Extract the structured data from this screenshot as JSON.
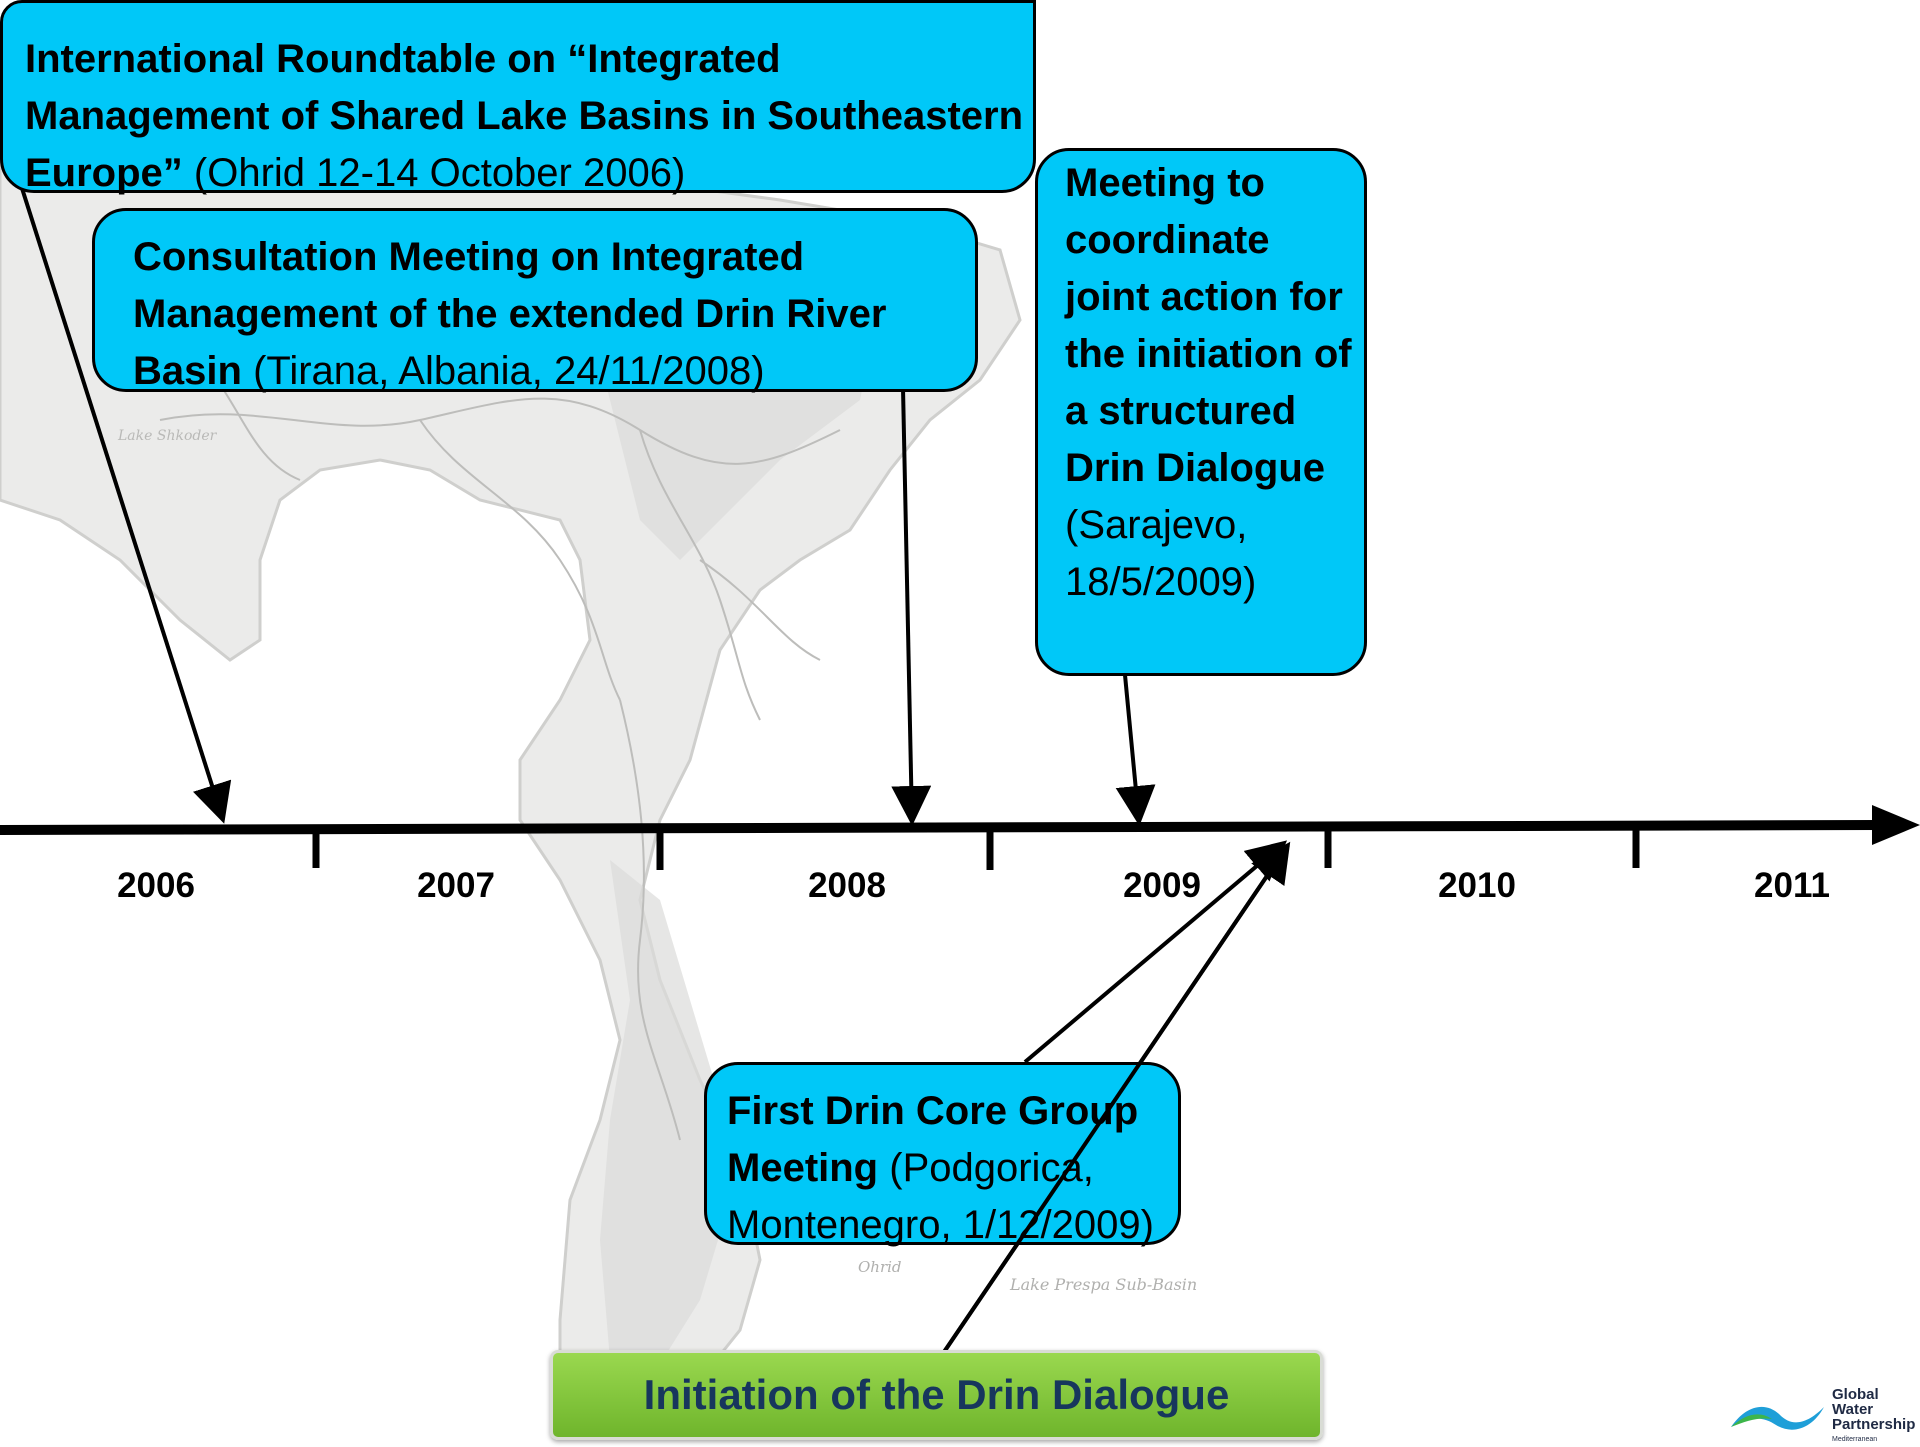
{
  "colors": {
    "callout_fill": "#00c8f8",
    "initiation_fill": "#8cc63f",
    "initiation_text": "#17365d",
    "timeline": "#000000"
  },
  "callouts": [
    {
      "bold": "International Roundtable on “Integrated Management of Shared Lake Basins in Southeastern Europe”",
      "normal": "(Ohrid 12-14 October 2006)"
    },
    {
      "bold": "Consultation Meeting on Integrated Management of the extended Drin River Basin",
      "normal": "(Tirana, Albania, 24/11/2008)"
    },
    {
      "bold": "Meeting to coordinate joint action for the initiation of a structured Drin Dialogue",
      "normal": "(Sarajevo, 18/5/2009)"
    },
    {
      "bold": "First Drin Core Group Meeting",
      "normal": "(Podgorica, Montenegro, 1/12/2009)"
    }
  ],
  "timeline": {
    "years": [
      "2006",
      "2007",
      "2008",
      "2009",
      "2010",
      "2011"
    ]
  },
  "initiation_label": "Initiation of the Drin Dialogue",
  "background_map_labels": [
    "Lake Shkoder",
    "Ohrid",
    "Lake Prespa Sub-Basin"
  ],
  "logo": {
    "icon": "gwp-wave-logo",
    "line1": "Global Water",
    "line2": "Partnership",
    "line3": "Mediterranean"
  }
}
